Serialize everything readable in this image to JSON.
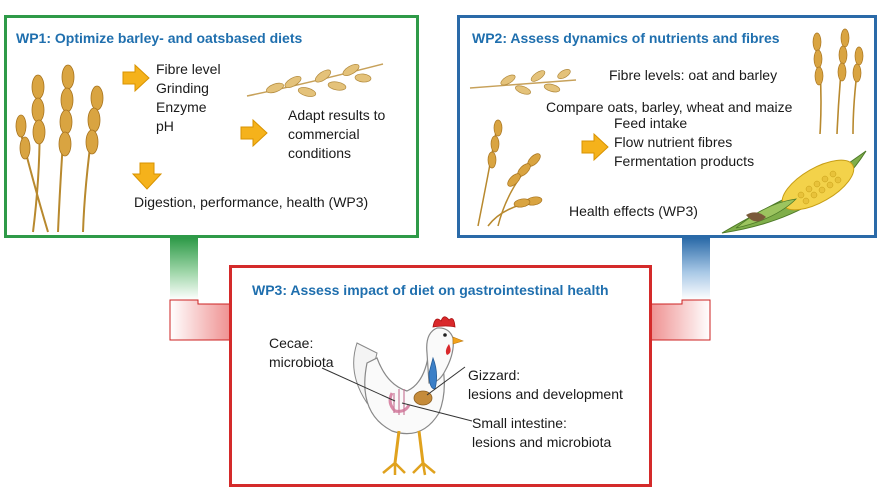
{
  "wp1": {
    "title": "WP1: Optimize barley- and oatsbased diets",
    "factors": [
      "Fibre level",
      "Grinding",
      "Enzyme",
      "pH"
    ],
    "adapt": [
      "Adapt results to",
      "commercial",
      "conditions"
    ],
    "outcome": "Digestion, performance, health (WP3)"
  },
  "wp2": {
    "title": "WP2: Assess dynamics of nutrients and fibres",
    "fibre_levels": "Fibre levels: oat and barley",
    "compare": "Compare oats, barley, wheat and maize",
    "measures": [
      "Feed intake",
      "Flow nutrient fibres",
      "Fermentation products"
    ],
    "health": "Health effects (WP3)"
  },
  "wp3": {
    "title": "WP3: Assess impact of diet on gastrointestinal health",
    "cecae": [
      "Cecae:",
      "microbiota"
    ],
    "gizzard": [
      "Gizzard:",
      "lesions and development"
    ],
    "small_intestine": [
      "Small intestine:",
      "lesions and microbiota"
    ]
  },
  "colors": {
    "wp1": "#2e9a48",
    "wp2": "#2a6aa8",
    "wp3": "#d42a2a",
    "title": "#1f6fae",
    "arrow": "#f5b21b"
  },
  "icons": [
    "wheat-ear-icon",
    "oat-spray-icon",
    "corn-cob-icon",
    "chicken-icon",
    "arrow-right-icon",
    "arrow-down-icon"
  ]
}
